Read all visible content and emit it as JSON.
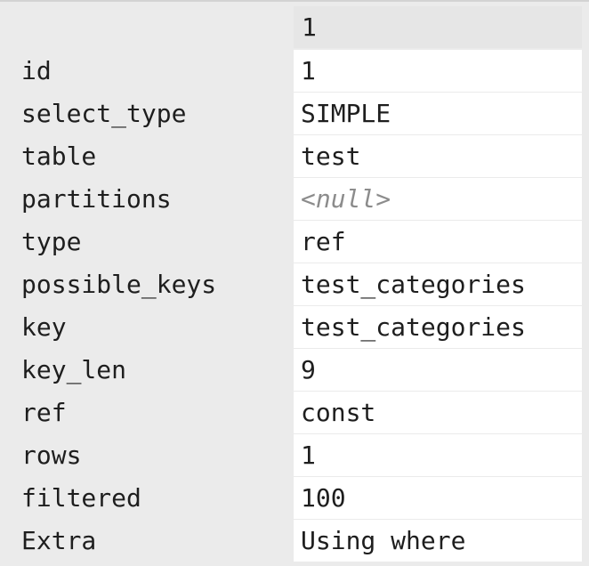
{
  "grid": {
    "column_header": "1",
    "rows": [
      {
        "field": "id",
        "value": "1"
      },
      {
        "field": "select_type",
        "value": "SIMPLE"
      },
      {
        "field": "table",
        "value": "test"
      },
      {
        "field": "partitions",
        "value": "<null>"
      },
      {
        "field": "type",
        "value": "ref"
      },
      {
        "field": "possible_keys",
        "value": "test_categories"
      },
      {
        "field": "key",
        "value": "test_categories"
      },
      {
        "field": "key_len",
        "value": "9"
      },
      {
        "field": "ref",
        "value": "const"
      },
      {
        "field": "rows",
        "value": "1"
      },
      {
        "field": "filtered",
        "value": "100"
      },
      {
        "field": "Extra",
        "value": "Using where"
      }
    ]
  },
  "colors": {
    "label_background": "#ebebeb",
    "value_background": "#ffffff",
    "header_background": "#e6e6e6",
    "null_text": "#8c8c8c",
    "text": "#1e1e1e"
  }
}
